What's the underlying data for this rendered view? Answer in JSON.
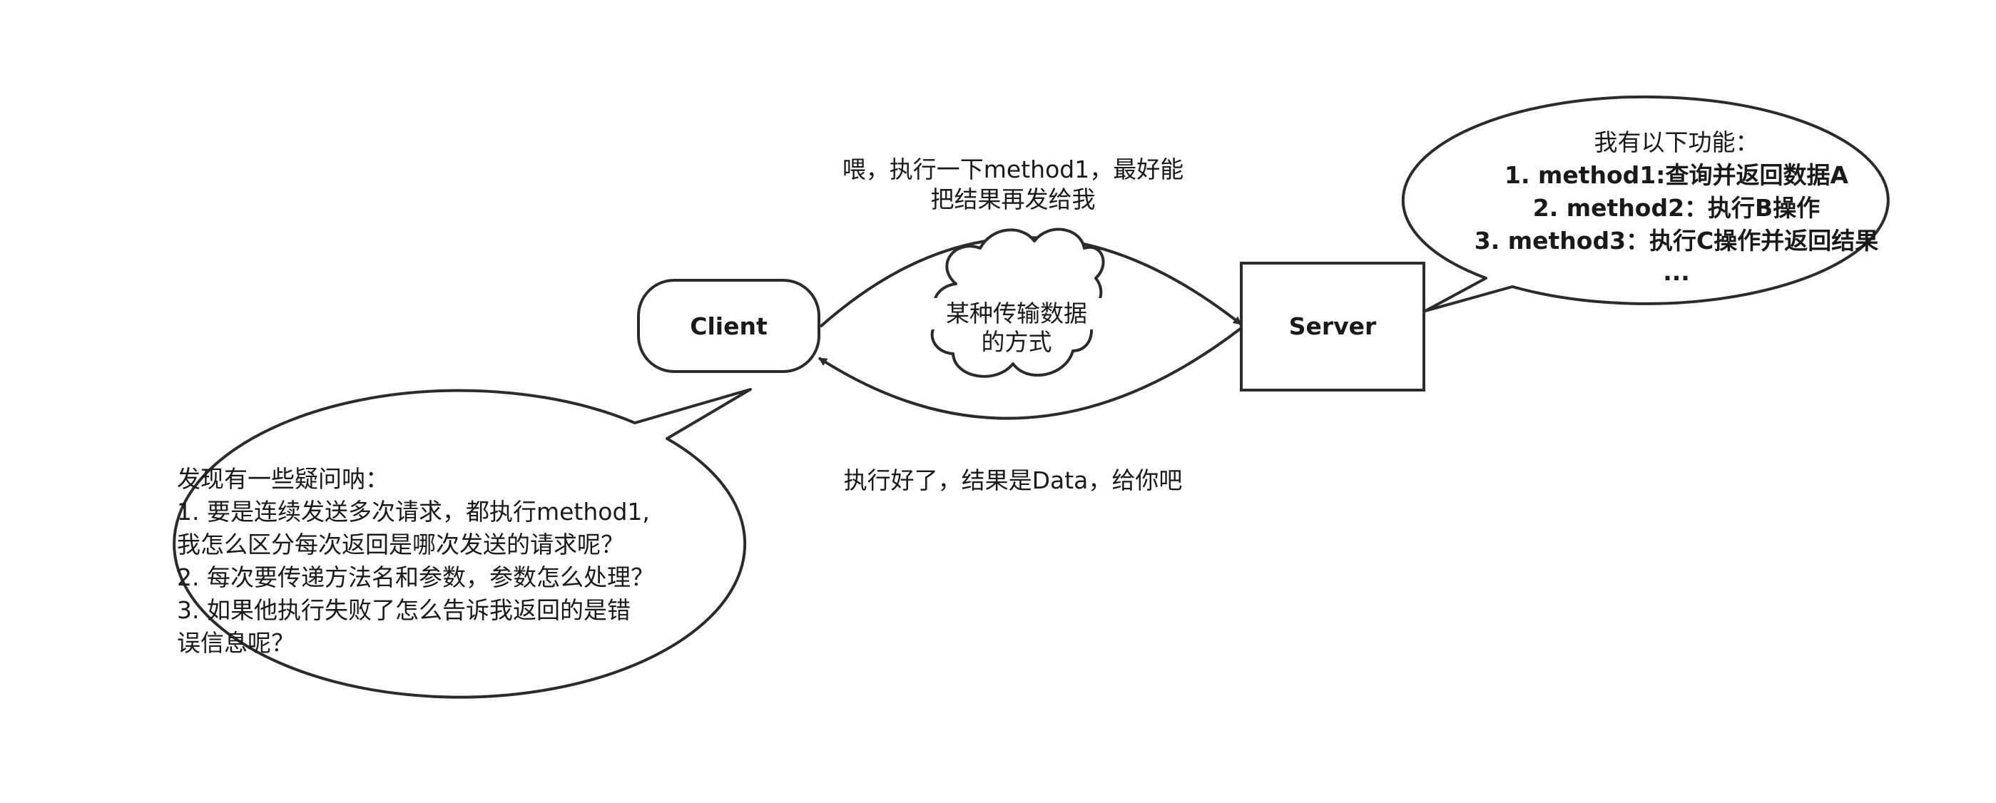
{
  "colors": {
    "stroke": "#2b2b2b",
    "fill": "#ffffff",
    "text": "#1a1a1a"
  },
  "client": {
    "label": "Client"
  },
  "server": {
    "label": "Server"
  },
  "cloud": {
    "lines": [
      "某种传输数据",
      "的方式"
    ]
  },
  "request_message": {
    "lines": [
      "喂，执行一下method1，最好能",
      "把结果再发给我"
    ]
  },
  "response_message": {
    "text": "执行好了，结果是Data，给你吧"
  },
  "server_bubble": {
    "title": "我有以下功能：",
    "items": [
      "1. method1:查询并返回数据A",
      "2. method2：执行B操作",
      "3. method3：执行C操作并返回结果",
      "..."
    ]
  },
  "client_bubble": {
    "lines": [
      "发现有一些疑问呐：",
      "1. 要是连续发送多次请求，都执行method1,",
      "我怎么区分每次返回是哪次发送的请求呢？",
      "2. 每次要传递方法名和参数，参数怎么处理？",
      "3. 如果他执行失败了怎么告诉我返回的是错",
      "误信息呢？"
    ]
  }
}
